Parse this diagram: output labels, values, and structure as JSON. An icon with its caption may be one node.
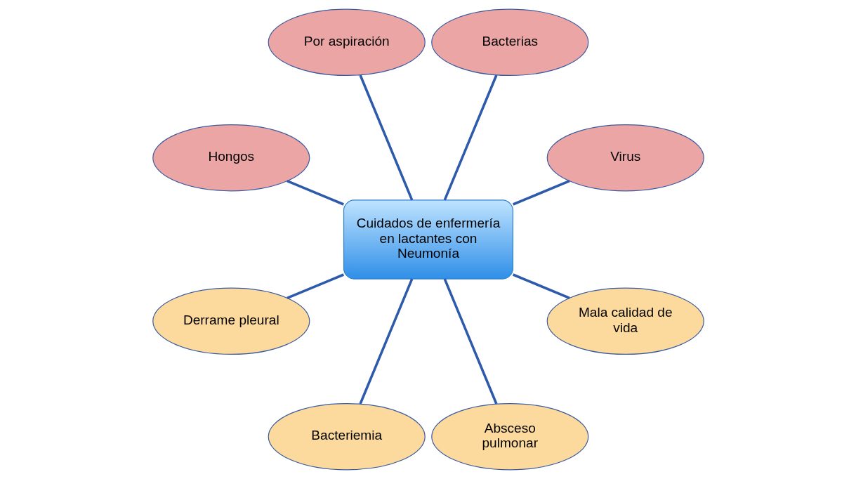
{
  "diagram": {
    "nodes": [
      {
        "text": [
          "Virus"
        ]
      },
      {
        "text": [
          "Bacterias"
        ]
      },
      {
        "text": [
          "Por aspiración"
        ]
      },
      {
        "text": [
          "Hongos"
        ]
      },
      {
        "text": [
          "Cuidados de enfermería en lactantes con Neumonía"
        ]
      },
      {
        "text": [
          "Derrame pleural"
        ]
      },
      {
        "text": [
          "Bacteriemia"
        ]
      },
      {
        "text": [
          "Absceso pulmonar"
        ]
      },
      {
        "text": [
          "Mala calidad de vida"
        ]
      }
    ],
    "edges": [
      {
        "from": 4,
        "to": 2,
        "arrow": "none"
      },
      {
        "from": 4,
        "to": 0,
        "arrow": "none"
      },
      {
        "from": 4,
        "to": 1,
        "arrow": "none"
      },
      {
        "from": 4,
        "to": 3,
        "arrow": "none"
      },
      {
        "from": 4,
        "to": 5,
        "arrow": "none"
      },
      {
        "from": 4,
        "to": 8,
        "arrow": "none"
      },
      {
        "from": 4,
        "to": 7,
        "arrow": "none"
      },
      {
        "from": 4,
        "to": 6,
        "arrow": "none"
      }
    ]
  }
}
